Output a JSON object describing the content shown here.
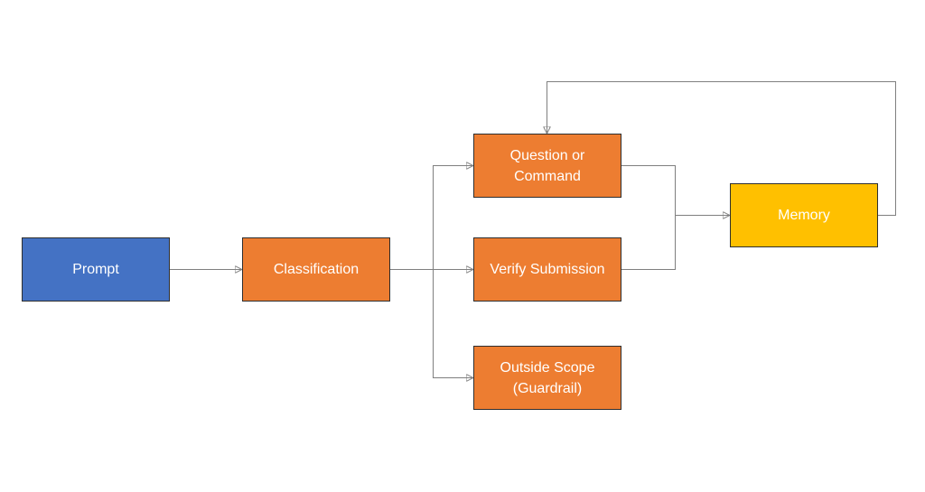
{
  "nodes": {
    "prompt": {
      "label": "Prompt",
      "color": "#4472C4"
    },
    "classification": {
      "label": "Classification",
      "color": "#ED7D31"
    },
    "question": {
      "label": "Question or\nCommand",
      "color": "#ED7D31"
    },
    "verify": {
      "label": "Verify Submission",
      "color": "#ED7D31"
    },
    "outside": {
      "label": "Outside Scope\n(Guardrail)",
      "color": "#ED7D31"
    },
    "memory": {
      "label": "Memory",
      "color": "#FFC000"
    }
  },
  "edges": [
    {
      "from": "prompt",
      "to": "classification"
    },
    {
      "from": "classification",
      "to": "question"
    },
    {
      "from": "classification",
      "to": "verify"
    },
    {
      "from": "classification",
      "to": "outside"
    },
    {
      "from": "question",
      "to": "memory"
    },
    {
      "from": "verify",
      "to": "memory"
    },
    {
      "from": "memory",
      "to": "question"
    }
  ]
}
